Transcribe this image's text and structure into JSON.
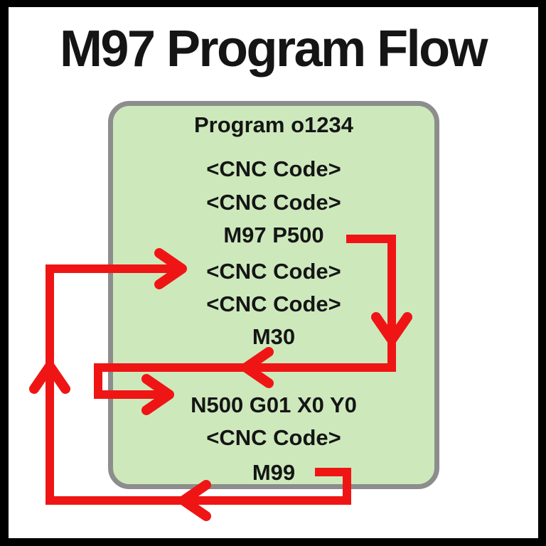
{
  "title": "M97 Program Flow",
  "colors": {
    "arrow_red": "#EF1515",
    "box_fill": "#CDE9BC",
    "box_border": "#8D8D8D",
    "frame": "#000000",
    "text": "#151515",
    "background": "#FFFFFF"
  },
  "program_box": {
    "header": "Program o1234",
    "lines": [
      "<CNC Code>",
      "<CNC Code>",
      "M97 P500",
      "<CNC Code>",
      "<CNC Code>",
      "M30",
      "N500 G01 X0 Y0",
      "<CNC Code>",
      "M99"
    ]
  },
  "flow_arrows": [
    {
      "name": "call",
      "from": "M97 P500",
      "to": "N500 G01 X0 Y0"
    },
    {
      "name": "return",
      "from": "M99",
      "to": "<CNC Code>"
    }
  ]
}
